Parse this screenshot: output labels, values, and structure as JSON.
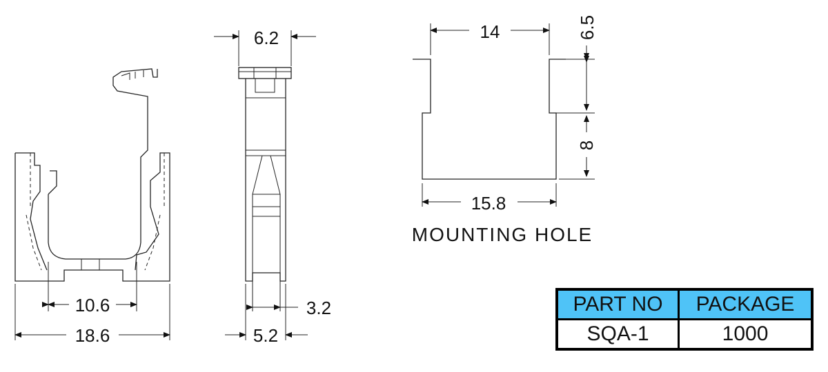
{
  "diagram": {
    "dimensions": {
      "front_inner_width": "10.6",
      "front_outer_width": "18.6",
      "side_top_width": "6.2",
      "side_slot_width": "3.2",
      "side_base_width": "5.2",
      "hole_top_width": "14",
      "hole_bottom_width": "15.8",
      "hole_upper_height": "6.5",
      "hole_lower_height": "8"
    },
    "mounting_hole_caption": "MOUNTING HOLE"
  },
  "table": {
    "headers": [
      "PART NO",
      "PACKAGE"
    ],
    "rows": [
      [
        "SQA-1",
        "1000"
      ]
    ],
    "header_color": "#4fc3f7"
  }
}
